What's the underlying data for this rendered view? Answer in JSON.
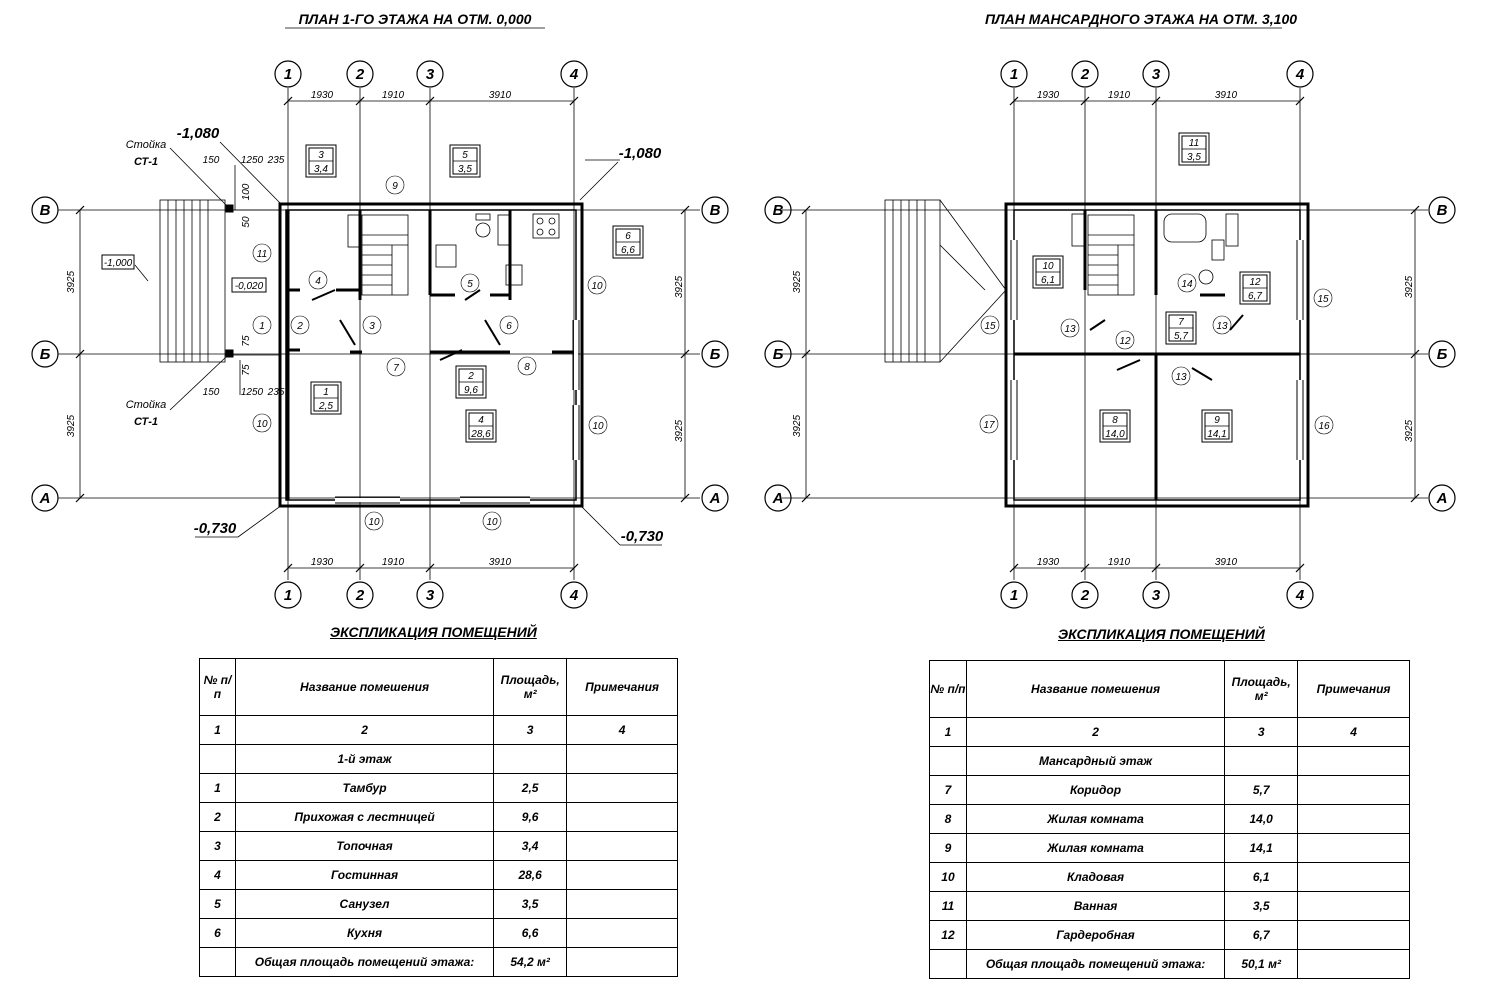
{
  "plan1": {
    "title": "ПЛАН 1-ГО ЭТАЖА НА ОТМ. 0,000",
    "axes": [
      "1",
      "2",
      "3",
      "4"
    ],
    "rows": [
      "В",
      "Б",
      "А"
    ],
    "dims_top": [
      "1930",
      "1910",
      "3910"
    ],
    "dims_side": [
      "3925",
      "3925"
    ],
    "levels": [
      "-1,080",
      "-1,080",
      "-0,730",
      "-0,730",
      "-1,000",
      "-0,020"
    ],
    "post_label": "Стойка",
    "post_code": "СТ-1",
    "small_dims": [
      "150",
      "1250",
      "235",
      "100",
      "50",
      "75",
      "150",
      "1250",
      "235",
      "75"
    ],
    "rooms": [
      {
        "n": "3",
        "a": "3,4"
      },
      {
        "n": "5",
        "a": "3,5"
      },
      {
        "n": "6",
        "a": "6,6"
      },
      {
        "n": "1",
        "a": "2,5"
      },
      {
        "n": "2",
        "a": "9,6"
      },
      {
        "n": "4",
        "a": "28,6"
      }
    ],
    "marks": [
      "9",
      "11",
      "4",
      "5",
      "10",
      "1",
      "2",
      "3",
      "6",
      "7",
      "8",
      "10",
      "10",
      "10",
      "10"
    ]
  },
  "plan2": {
    "title": "ПЛАН МАНСАРДНОГО ЭТАЖА НА ОТМ. 3,100",
    "axes": [
      "1",
      "2",
      "3",
      "4"
    ],
    "rows": [
      "В",
      "Б",
      "А"
    ],
    "dims_top": [
      "1930",
      "1910",
      "3910"
    ],
    "dims_side": [
      "3925",
      "3925"
    ],
    "rooms": [
      {
        "n": "11",
        "a": "3,5"
      },
      {
        "n": "10",
        "a": "6,1"
      },
      {
        "n": "12",
        "a": "6,7"
      },
      {
        "n": "7",
        "a": "5,7"
      },
      {
        "n": "8",
        "a": "14,0"
      },
      {
        "n": "9",
        "a": "14,1"
      }
    ],
    "marks": [
      "14",
      "15",
      "13",
      "12",
      "13",
      "15",
      "13",
      "17",
      "16"
    ]
  },
  "table1": {
    "title": "ЭКСПЛИКАЦИЯ ПОМЕЩЕНИЙ",
    "headers": [
      "№ п/п",
      "Название помешения",
      "Площадь, м²",
      "Примечания"
    ],
    "col_nums": [
      "1",
      "2",
      "3",
      "4"
    ],
    "section": "1-й этаж",
    "rows": [
      {
        "n": "1",
        "name": "Тамбур",
        "area": "2,5"
      },
      {
        "n": "2",
        "name": "Прихожая с лестницей",
        "area": "9,6"
      },
      {
        "n": "3",
        "name": "Топочная",
        "area": "3,4"
      },
      {
        "n": "4",
        "name": "Гостинная",
        "area": "28,6"
      },
      {
        "n": "5",
        "name": "Санузел",
        "area": "3,5"
      },
      {
        "n": "6",
        "name": "Кухня",
        "area": "6,6"
      }
    ],
    "total_label": "Общая площадь помещений этажа:",
    "total": "54,2 м²"
  },
  "table2": {
    "title": "ЭКСПЛИКАЦИЯ ПОМЕЩЕНИЙ",
    "headers": [
      "№ п/п",
      "Название помешения",
      "Площадь, м²",
      "Примечания"
    ],
    "col_nums": [
      "1",
      "2",
      "3",
      "4"
    ],
    "section": "Мансардный этаж",
    "rows": [
      {
        "n": "7",
        "name": "Коридор",
        "area": "5,7"
      },
      {
        "n": "8",
        "name": "Жилая комната",
        "area": "14,0"
      },
      {
        "n": "9",
        "name": "Жилая комната",
        "area": "14,1"
      },
      {
        "n": "10",
        "name": "Кладовая",
        "area": "6,1"
      },
      {
        "n": "11",
        "name": "Ванная",
        "area": "3,5"
      },
      {
        "n": "12",
        "name": "Гардеробная",
        "area": "6,7"
      }
    ],
    "total_label": "Общая площадь помещений этажа:",
    "total": "50,1 м²"
  }
}
